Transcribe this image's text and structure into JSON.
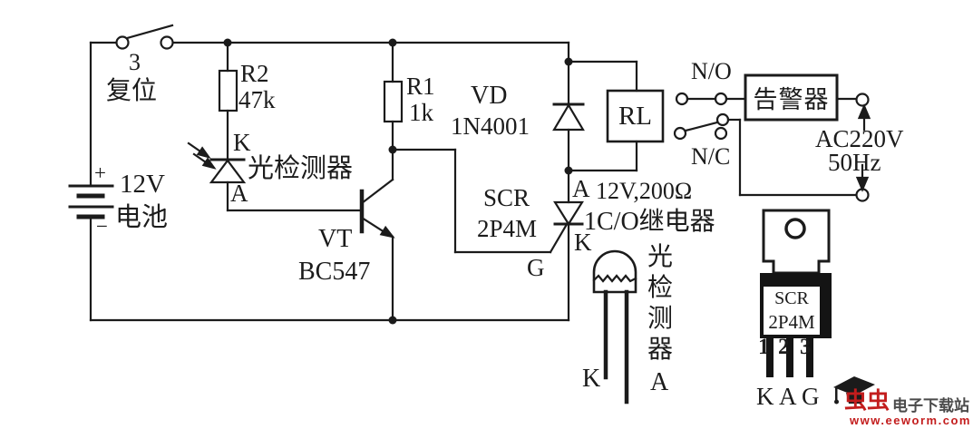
{
  "colors": {
    "line": "#1b1b1b",
    "background": "#ffffff",
    "watermark_red": "#c31d1d",
    "watermark_dark": "#4a4a4a"
  },
  "circuit": {
    "reset_switch": {
      "number": "3",
      "label": "复位"
    },
    "battery": {
      "plus": "+",
      "minus": "−",
      "voltage": "12V",
      "label": "电池"
    },
    "r2": {
      "name": "R2",
      "value": "47k"
    },
    "r1": {
      "name": "R1",
      "value": "1k"
    },
    "photodiode": {
      "cathode": "K",
      "anode": "A",
      "label": "光检测器"
    },
    "transistor": {
      "name": "VT",
      "value": "BC547"
    },
    "diode": {
      "name": "VD",
      "value": "1N4001"
    },
    "scr": {
      "name": "SCR",
      "value": "2P4M",
      "anode": "A",
      "cathode": "K",
      "gate": "G"
    },
    "relay": {
      "coil": "RL",
      "spec": "12V,200Ω",
      "type": "1C/O继电器",
      "no": "N/O",
      "nc": "N/C"
    },
    "alarm": {
      "label": "告警器"
    },
    "mains": {
      "voltage": "AC220V",
      "frequency": "50Hz"
    },
    "detector_package": {
      "label": "光检测器",
      "cathode": "K",
      "anode": "A"
    },
    "scr_package": {
      "line1": "SCR",
      "line2": "2P4M",
      "pins": [
        "1",
        "2",
        "3"
      ],
      "leads": [
        "K",
        "A",
        "G"
      ]
    }
  },
  "watermark": {
    "brand": "虫虫",
    "site": "电子下载站",
    "url": "www.eeworm.com"
  }
}
